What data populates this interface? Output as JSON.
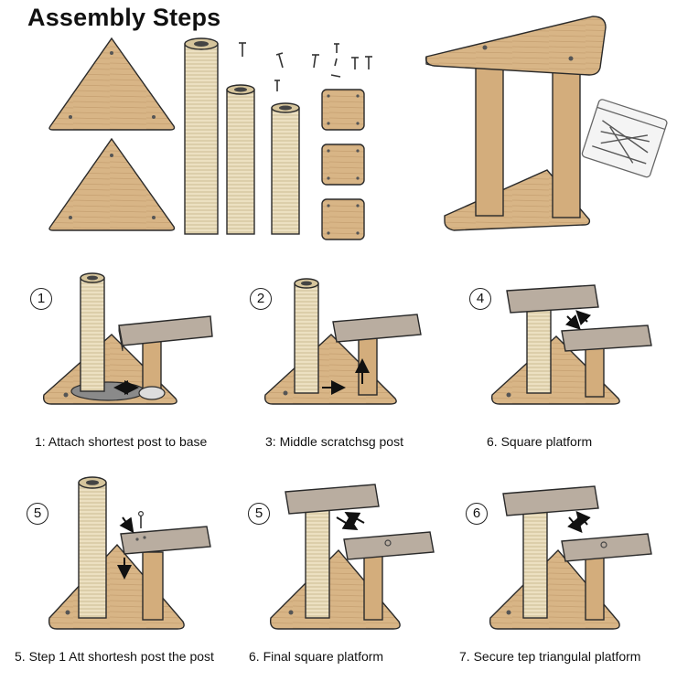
{
  "title": "Assembly Steps",
  "colors": {
    "wood": "#d5b183",
    "wood_edge": "#b48c5c",
    "sisal": "#ece0c1",
    "carpet": "#b9ada0",
    "outline": "#2a2a2a"
  },
  "steps": [
    {
      "number": "1",
      "caption": "1: Attach shortest post to base"
    },
    {
      "number": "2",
      "caption": "3: Middle scratchsg post"
    },
    {
      "number": "4",
      "caption": "6. Square platform"
    },
    {
      "number": "5",
      "caption": "5. Step 1 Att shortesh post the post"
    },
    {
      "number": "5",
      "caption": "6. Final square platform"
    },
    {
      "number": "6",
      "caption": "7. Secure tep triangulal platform"
    }
  ]
}
